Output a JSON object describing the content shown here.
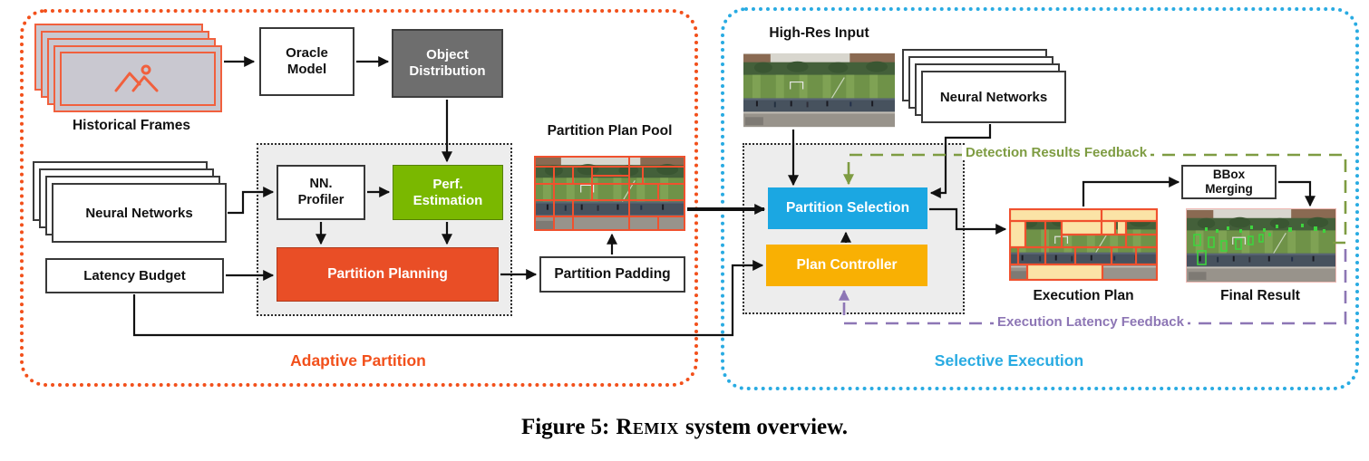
{
  "figure": {
    "regions": {
      "adaptive": {
        "label": "Adaptive Partition",
        "color": "#F2501B"
      },
      "selective": {
        "label": "Selective Execution",
        "color": "#29ABE2"
      }
    },
    "nodes": {
      "historical_frames": "Historical Frames",
      "oracle_model": "Oracle Model",
      "object_distribution": "Object Distribution",
      "neural_networks": "Neural Networks",
      "latency_budget": "Latency Budget",
      "nn_profiler": "NN. Profiler",
      "perf_estimation": "Perf. Estimation",
      "partition_planning": "Partition Planning",
      "partition_plan_pool": "Partition Plan Pool",
      "partition_padding": "Partition Padding",
      "high_res_input": "High-Res Input",
      "neural_networks_right": "Neural Networks",
      "partition_selection": "Partition Selection",
      "plan_controller": "Plan Controller",
      "bbox_merging": "BBox Merging",
      "execution_plan": "Execution Plan",
      "final_result": "Final Result"
    },
    "feedback": {
      "detection": {
        "label": "Detection Results Feedback",
        "color": "#7E9C42"
      },
      "latency": {
        "label": "Execution Latency Feedback",
        "color": "#8D76B5"
      }
    },
    "colors": {
      "accent_orange": "#F2501B",
      "frame_orange": "#F1603D",
      "perf_green": "#7AB800",
      "planning_red": "#E94E26",
      "selection_blue": "#1BA7E2",
      "controller_yellow": "#F9B003",
      "distribution_gray": "#6E6E6E"
    }
  },
  "caption": {
    "prefix": "Figure 5:",
    "system": "Remix",
    "suffix": "system overview."
  }
}
